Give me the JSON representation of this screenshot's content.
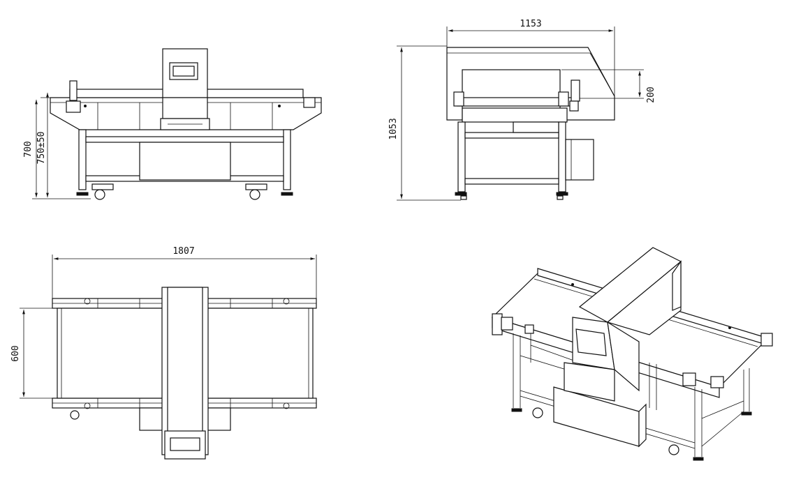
{
  "dimensions": {
    "front_height": "700",
    "front_height_adjust": "750±50",
    "side_width": "1153",
    "side_height": "1053",
    "side_tunnel_height": "200",
    "top_length": "1807",
    "top_belt_width": "600"
  }
}
